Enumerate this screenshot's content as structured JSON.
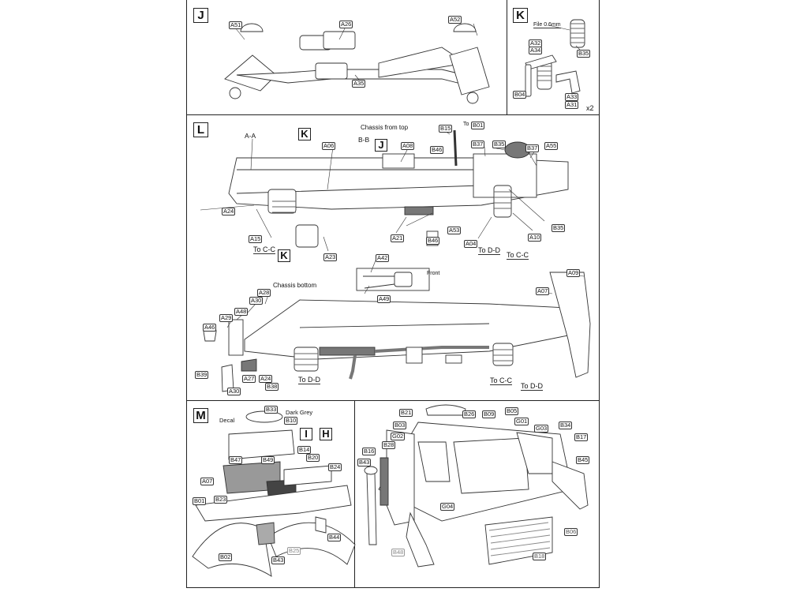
{
  "sheet": {
    "sections": {
      "J": {
        "badge": "J",
        "labels": [
          "A51",
          "A26",
          "A52",
          "A35"
        ]
      },
      "K": {
        "badge": "K",
        "note": "File 0.6mm",
        "labels": [
          "A32",
          "A34",
          "B35",
          "B04",
          "A33",
          "A31"
        ],
        "multiplier": "x2"
      },
      "L": {
        "badge": "L",
        "views": {
          "top_title": "Chassis from top",
          "bottom_title": "Chassis bottom"
        },
        "refs": {
          "k1": "K",
          "k2": "K",
          "j": "J"
        },
        "section_marks": {
          "aa": "A-A",
          "bb": "B-B"
        },
        "top_labels": {
          "a06": "A06",
          "a08": "A08",
          "b15": "B15",
          "to_b01_prefix": "To",
          "b01": "B01",
          "b46a": "B46",
          "b37a": "B37",
          "b35a": "B35",
          "b37b": "B37",
          "a55": "A55",
          "a24": "A24",
          "a15": "A15",
          "a23": "A23",
          "a21": "A21",
          "b46b": "B46",
          "a53": "A53",
          "a04": "A04",
          "a10": "A10",
          "b35b": "B35"
        },
        "top_callouts": {
          "to_cc_left": "To C-C",
          "to_dd": "To D-D",
          "to_cc_right": "To C-C"
        },
        "inset": {
          "a42": "A42",
          "a49": "A49",
          "front": "Front"
        },
        "bottom_labels": {
          "a28": "A28",
          "a30a": "A30",
          "a48": "A48",
          "a29": "A29",
          "a46": "A46",
          "b39": "B39",
          "a27": "A27",
          "a24": "A24",
          "b38": "B38",
          "a30b": "A30",
          "a07": "A07",
          "a09": "A09"
        },
        "bottom_callouts": {
          "to_dd_left": "To D-D",
          "to_cc": "To C-C",
          "to_dd_right": "To D-D"
        }
      },
      "M": {
        "badge": "M",
        "refs": {
          "i": "I",
          "h": "H"
        },
        "notes": {
          "decal": "Decal",
          "dark_grey": "Dark Grey"
        },
        "labels": {
          "b33": "B33",
          "b10": "B10",
          "b14": "B14",
          "b20": "B20",
          "b24": "B24",
          "b47": "B47",
          "b49": "B49",
          "a07": "A07",
          "b23": "B23",
          "b01": "B01",
          "b44": "B44",
          "b02": "B02",
          "b43": "B43",
          "b25": "B25"
        }
      },
      "cab": {
        "labels": {
          "b21": "B21",
          "b26": "B26",
          "b09": "B09",
          "b05": "B05",
          "g01": "G01",
          "g03": "G03",
          "b34": "B34",
          "b17": "B17",
          "b03": "B03",
          "g02": "G02",
          "b28": "B28",
          "b16": "B16",
          "b43": "B43",
          "b45": "B45",
          "g04": "G04",
          "b06": "B06",
          "b48": "B48",
          "b18": "B18"
        }
      }
    }
  }
}
